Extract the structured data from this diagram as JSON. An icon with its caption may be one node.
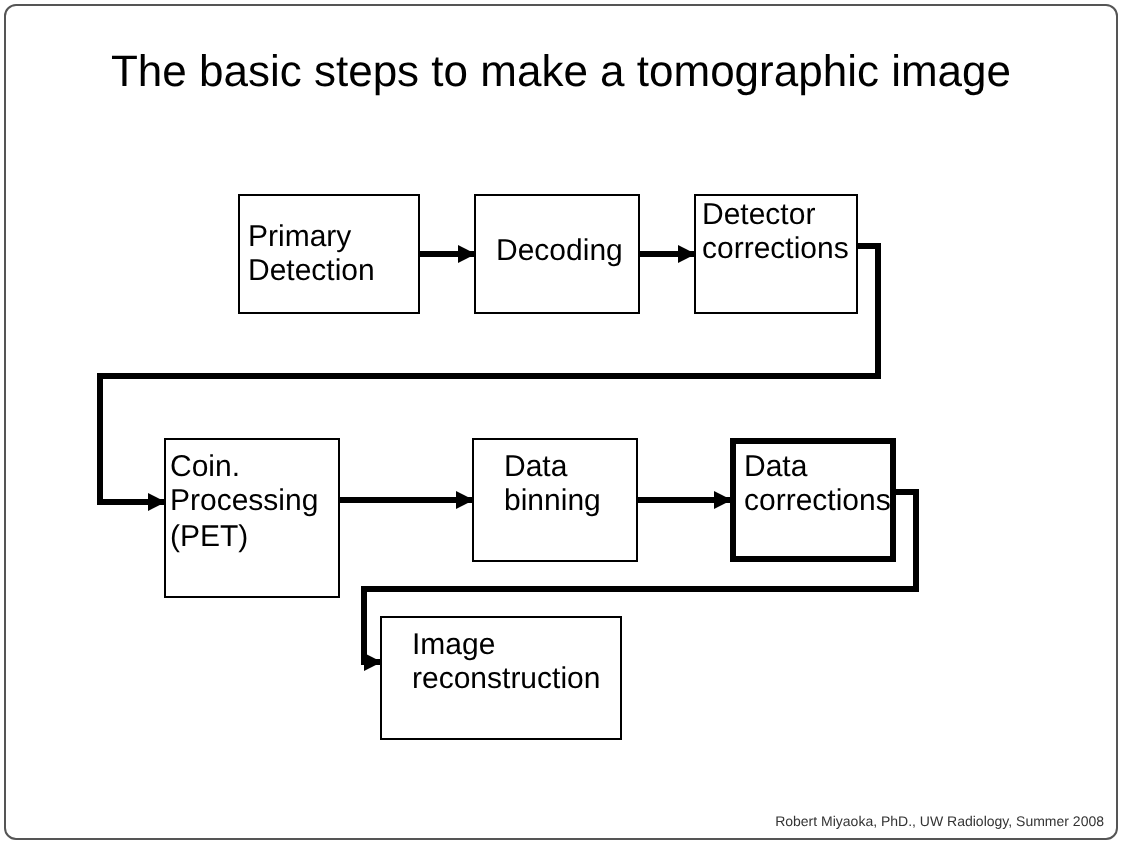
{
  "diagram": {
    "title": "The basic steps to make a tomographic image",
    "nodes": [
      {
        "text": [
          "Primary Detection"
        ]
      },
      {
        "text": [
          "Decoding"
        ]
      },
      {
        "text": [
          "Detector corrections"
        ]
      },
      {
        "text": [
          "Coin. Processing (PET)"
        ]
      },
      {
        "text": [
          "Data binning"
        ]
      },
      {
        "text": [
          "Data corrections"
        ]
      },
      {
        "text": [
          "Image reconstruction"
        ]
      }
    ],
    "edges": [
      {
        "from": 0,
        "to": 1,
        "arrow": "to"
      },
      {
        "from": 1,
        "to": 2,
        "arrow": "to"
      },
      {
        "from": 2,
        "to": 3,
        "arrow": "to"
      },
      {
        "from": 3,
        "to": 4,
        "arrow": "to"
      },
      {
        "from": 4,
        "to": 5,
        "arrow": "to"
      },
      {
        "from": 5,
        "to": 6,
        "arrow": "to"
      }
    ],
    "labels": [
      "Robert Miyaoka, PhD., UW Radiology, Summer 2008"
    ]
  }
}
